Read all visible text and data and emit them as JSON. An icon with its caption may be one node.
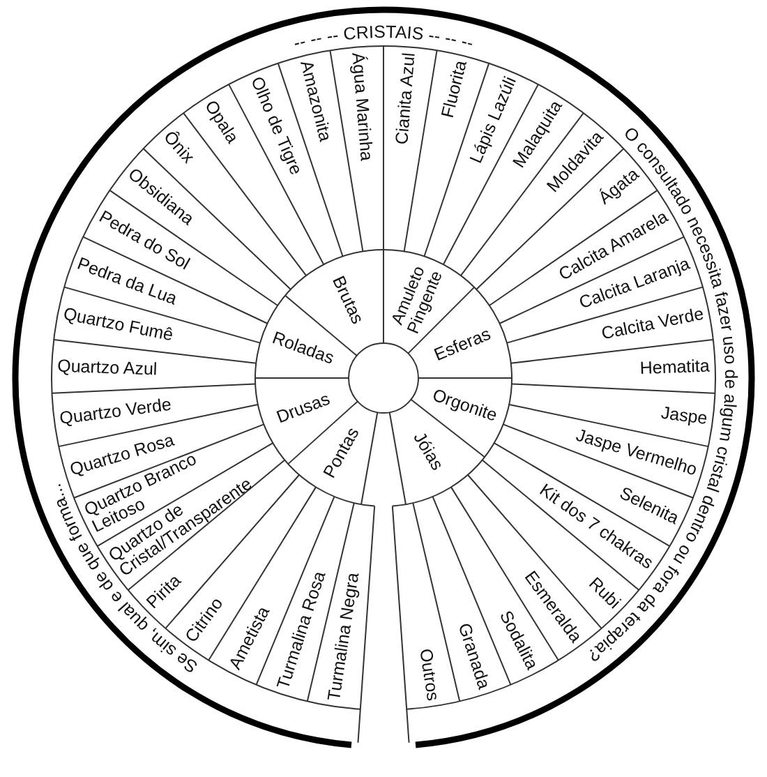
{
  "diagram": {
    "title": "-- -- -- CRISTAIS -- -- --",
    "nodes": [
      {
        "text": [
          "Pontas"
        ]
      },
      {
        "text": [
          "Drusas"
        ]
      },
      {
        "text": [
          "Roladas"
        ]
      },
      {
        "text": [
          "Brutas"
        ]
      },
      {
        "text": [
          "Amuleto Pingente"
        ]
      },
      {
        "text": [
          "Esferas"
        ]
      },
      {
        "text": [
          "Orgonite"
        ]
      },
      {
        "text": [
          "Jóias"
        ]
      },
      {
        "text": [
          "Turmalina Negra"
        ]
      },
      {
        "text": [
          "Turmalina Rosa"
        ]
      },
      {
        "text": [
          "Ametista"
        ]
      },
      {
        "text": [
          "Citrino"
        ]
      },
      {
        "text": [
          "Pirita"
        ]
      },
      {
        "text": [
          "Quartzo de Cristal/Transparente"
        ]
      },
      {
        "text": [
          "Quartzo Branco Leitoso"
        ]
      },
      {
        "text": [
          "Quartzo Rosa"
        ]
      },
      {
        "text": [
          "Quartzo Verde"
        ]
      },
      {
        "text": [
          "Quartzo Azul"
        ]
      },
      {
        "text": [
          "Quartzo Fumê"
        ]
      },
      {
        "text": [
          "Pedra da Lua"
        ]
      },
      {
        "text": [
          "Pedra do Sol"
        ]
      },
      {
        "text": [
          "Obsidiana"
        ]
      },
      {
        "text": [
          "Ônix"
        ]
      },
      {
        "text": [
          "Opala"
        ]
      },
      {
        "text": [
          "Olho de Tigre"
        ]
      },
      {
        "text": [
          "Amazonita"
        ]
      },
      {
        "text": [
          "Água Marinha"
        ]
      },
      {
        "text": [
          "Cianita Azul"
        ]
      },
      {
        "text": [
          "Fluorita"
        ]
      },
      {
        "text": [
          "Lápis Lazúli"
        ]
      },
      {
        "text": [
          "Malaquita"
        ]
      },
      {
        "text": [
          "Moldavita"
        ]
      },
      {
        "text": [
          "Ágata"
        ]
      },
      {
        "text": [
          "Calcita Amarela"
        ]
      },
      {
        "text": [
          "Calcita Laranja"
        ]
      },
      {
        "text": [
          "Calcita Verde"
        ]
      },
      {
        "text": [
          "Hematita"
        ]
      },
      {
        "text": [
          "Jaspe"
        ]
      },
      {
        "text": [
          "Jaspe Vermelho"
        ]
      },
      {
        "text": [
          "Selenita"
        ]
      },
      {
        "text": [
          "Kit dos 7 chakras"
        ]
      },
      {
        "text": [
          "Rubi"
        ]
      },
      {
        "text": [
          "Esmeralda"
        ]
      },
      {
        "text": [
          "Sodalita"
        ]
      },
      {
        "text": [
          "Granada"
        ]
      },
      {
        "text": [
          "Outros"
        ]
      }
    ],
    "labels": [
      "O consultado necessita fazer uso de algum cristal dentro ou fora da terapia?",
      "Se sim, qual e de que forma..."
    ]
  }
}
